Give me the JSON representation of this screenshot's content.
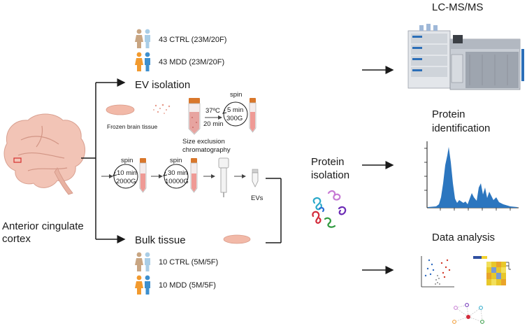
{
  "labels": {
    "anterior_line1": "Anterior cingulate",
    "anterior_line2": "cortex",
    "ev_isolation": "EV isolation",
    "bulk_tissue": "Bulk tissue",
    "frozen_brain_tissue": "Frozen brain tissue",
    "sec_line1": "Size exclusion",
    "sec_line2": "chromatography",
    "evs": "EVs",
    "protein_isolation_line1": "Protein",
    "protein_isolation_line2": "isolation",
    "lcms": "LC-MS/MS",
    "protein_id_line1": "Protein",
    "protein_id_line2": "identification",
    "data_analysis": "Data analysis"
  },
  "cohorts": {
    "ev_ctrl": "43 CTRL (23M/20F)",
    "ev_mdd": "43 MDD (23M/20F)",
    "bulk_ctrl": "10 CTRL (5M/5F)",
    "bulk_mdd": "10 MDD (5M/5F)"
  },
  "steps": {
    "incubation_temp": "37ºC",
    "incubation_time": "20 min",
    "spin": "spin",
    "spin1_time": "5 min",
    "spin1_force": "300G",
    "spin2_time": "10 min",
    "spin2_force": "2000G",
    "spin3_time": "30 min",
    "spin3_force": "10000G"
  },
  "colors": {
    "female": "#c8a582",
    "male": "#a9cde6",
    "female_mdd": "#f29a2e",
    "male_mdd": "#3d8fce",
    "tube_cap": "#d9772b",
    "tissue": "#f2b9a8",
    "chromatogram": "#2c76bf"
  }
}
